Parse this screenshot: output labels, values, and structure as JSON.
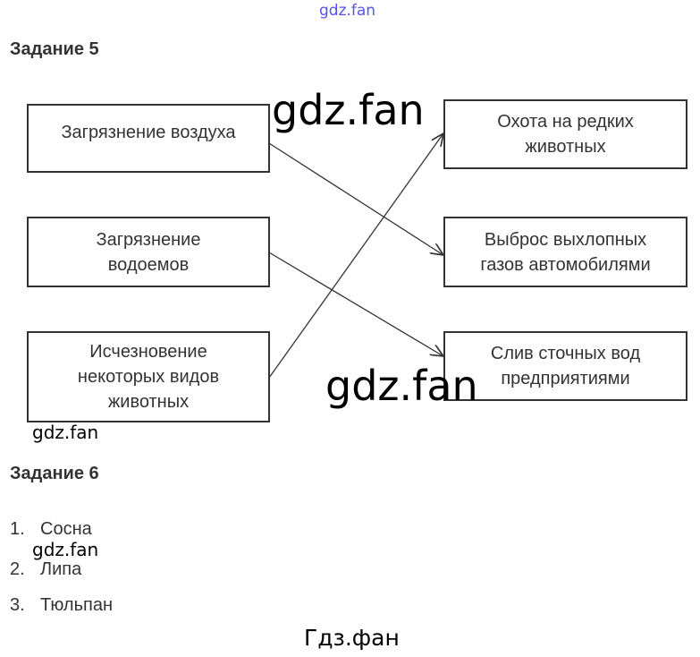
{
  "watermarks": {
    "top": "gdz.fan",
    "big1": "gdz.fan",
    "big2": "gdz.fan",
    "small1": "gdz.fan",
    "small2": "gdz.fan",
    "bottom": "Гдз.фан"
  },
  "task5": {
    "title": "Задание 5",
    "left": [
      "Загрязнение воздуха",
      "Загрязнение водоемов",
      "Исчезновение некоторых видов животных"
    ],
    "right": [
      "Охота на редких животных",
      "Выброс выхлопных газов автомобилями",
      "Слив сточных вод предприятиями"
    ]
  },
  "task6": {
    "title": "Задание 6",
    "items": [
      {
        "n": "1.",
        "t": "Сосна"
      },
      {
        "n": "2.",
        "t": "Липа"
      },
      {
        "n": "3.",
        "t": "Тюльпан"
      }
    ]
  }
}
